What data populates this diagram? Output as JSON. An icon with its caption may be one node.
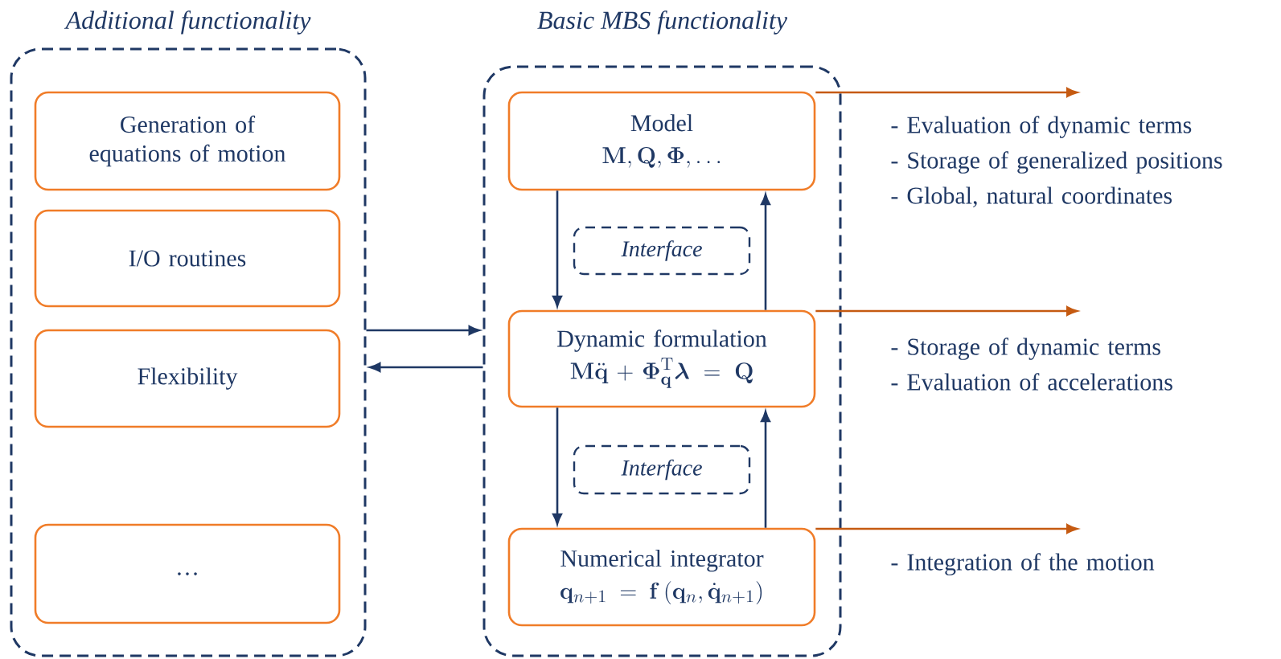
{
  "diagram": {
    "nodes": [
      {
        "text": [
          "Additional functionality"
        ]
      },
      {
        "text": [
          "Generation of equations of motion"
        ],
        "in": 0
      },
      {
        "text": [
          "I/O routines"
        ],
        "in": 0
      },
      {
        "text": [
          "Flexibility"
        ],
        "in": 0
      },
      {
        "text": [
          "…"
        ],
        "in": 0
      },
      {
        "text": [
          "Basic MBS functionality"
        ]
      },
      {
        "text": [
          "Model",
          "\\mathbf{M},\\mathbf{Q},\\boldsymbol{\\Phi},\\ldots"
        ],
        "in": 5
      },
      {
        "text": [
          "Interface"
        ],
        "in": 5
      },
      {
        "text": [
          "Dynamic formulation",
          "\\mathbf{M}\\ddot{\\mathbf{q}}+\\boldsymbol{\\Phi}_{\\mathbf{q}}^{\\mathrm{T}}\\boldsymbol{\\lambda}=\\mathbf{Q}"
        ],
        "in": 5
      },
      {
        "text": [
          "Interface"
        ],
        "in": 5
      },
      {
        "text": [
          "Numerical integrator",
          "\\mathbf{q}_{n+1}=\\mathbf{f}\\left(\\mathbf{q}_{n},\\dot{\\mathbf{q}}_{n+1}\\right)"
        ],
        "in": 5
      },
      {
        "text": [
          "- Evaluation of dynamic terms",
          "- Storage of generalized positions",
          "- Global, natural coordinates"
        ]
      },
      {
        "text": [
          "- Storage of dynamic terms",
          "- Evaluation of accelerations"
        ]
      },
      {
        "text": [
          "- Integration of the motion"
        ]
      }
    ],
    "edges": [
      {
        "from": 0,
        "to": 5,
        "arrow": "to"
      },
      {
        "from": 5,
        "to": 0,
        "arrow": "to"
      },
      {
        "from": 6,
        "to": 8,
        "arrow": "to"
      },
      {
        "from": 8,
        "to": 6,
        "arrow": "to"
      },
      {
        "from": 8,
        "to": 10,
        "arrow": "to"
      },
      {
        "from": 10,
        "to": 8,
        "arrow": "to"
      },
      {
        "from": 6,
        "to": 11,
        "arrow": "to",
        "color": "#c55a11"
      },
      {
        "from": 8,
        "to": 12,
        "arrow": "to",
        "color": "#c55a11"
      },
      {
        "from": 10,
        "to": 13,
        "arrow": "to",
        "color": "#c55a11"
      }
    ]
  }
}
